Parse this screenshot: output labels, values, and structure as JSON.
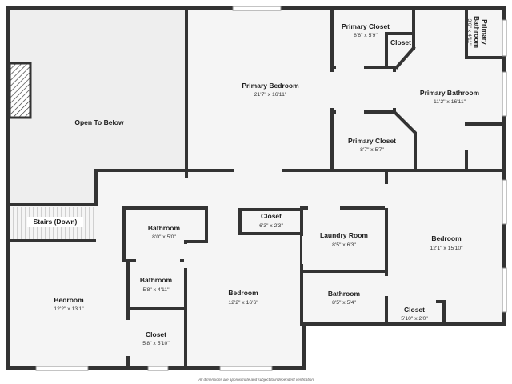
{
  "plan": {
    "wall_color": "#333333",
    "floor_color": "#f5f5f5",
    "open_area_color": "#eeeeee",
    "disclaimer": "All dimensions are approximate and subject to independent verification"
  },
  "rooms": {
    "open_to_below": {
      "name": "Open To Below",
      "dims": ""
    },
    "primary_bedroom": {
      "name": "Primary Bedroom",
      "dims": "21'7\" x 16'11\""
    },
    "primary_closet_top": {
      "name": "Primary Closet",
      "dims": "8'6\" x 5'9\""
    },
    "closet_small": {
      "name": "Closet",
      "dims": ""
    },
    "primary_bathroom_small": {
      "name_line1": "Primary",
      "name_line2": "Bathroom",
      "dims": "3'6\" x 4'11\""
    },
    "primary_bathroom": {
      "name": "Primary Bathroom",
      "dims": "11'2\" x 16'11\""
    },
    "primary_closet_bottom": {
      "name": "Primary Closet",
      "dims": "8'7\" x 5'7\""
    },
    "stairs": {
      "name": "Stairs (Down)",
      "dims": ""
    },
    "bathroom_upper": {
      "name": "Bathroom",
      "dims": "8'0\" x 5'0\""
    },
    "closet_hall": {
      "name": "Closet",
      "dims": "6'3\" x 2'3\""
    },
    "laundry_room": {
      "name": "Laundry Room",
      "dims": "8'5\" x 6'3\""
    },
    "bedroom_right": {
      "name": "Bedroom",
      "dims": "12'1\" x 15'10\""
    },
    "bathroom_small": {
      "name": "Bathroom",
      "dims": "5'8\" x 4'11\""
    },
    "bedroom_left": {
      "name": "Bedroom",
      "dims": "12'2\" x 13'1\""
    },
    "bedroom_middle": {
      "name": "Bedroom",
      "dims": "12'2\" x 16'6\""
    },
    "bathroom_lower": {
      "name": "Bathroom",
      "dims": "8'5\" x 5'4\""
    },
    "closet_right": {
      "name": "Closet",
      "dims": "5'10\" x 2'0\""
    },
    "closet_lower": {
      "name": "Closet",
      "dims": "5'8\" x 5'10\""
    }
  }
}
